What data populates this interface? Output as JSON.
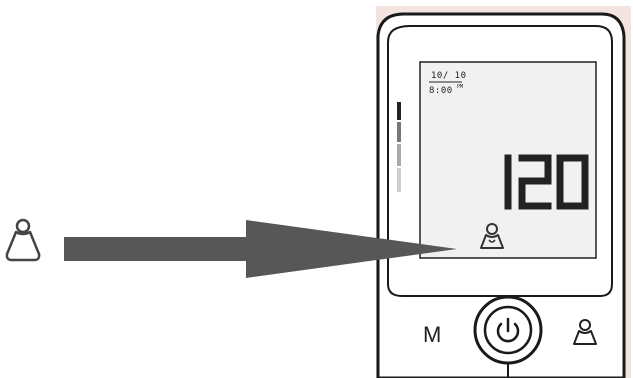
{
  "display": {
    "date": "10/ 10",
    "time": "8:00",
    "time_suffix": "PM",
    "reading": "120"
  },
  "buttons": {
    "memory_label": "M",
    "power_icon": "power-icon",
    "user_icon": "user-icon"
  },
  "callout": {
    "icon": "user-icon",
    "arrow": "arrow-right"
  },
  "colors": {
    "device_outline": "#1a1a1a",
    "lcd_background": "#f1f1f1",
    "arrow": "#575757",
    "corner_tint": "#f3e4e0",
    "segment": "#222222"
  }
}
